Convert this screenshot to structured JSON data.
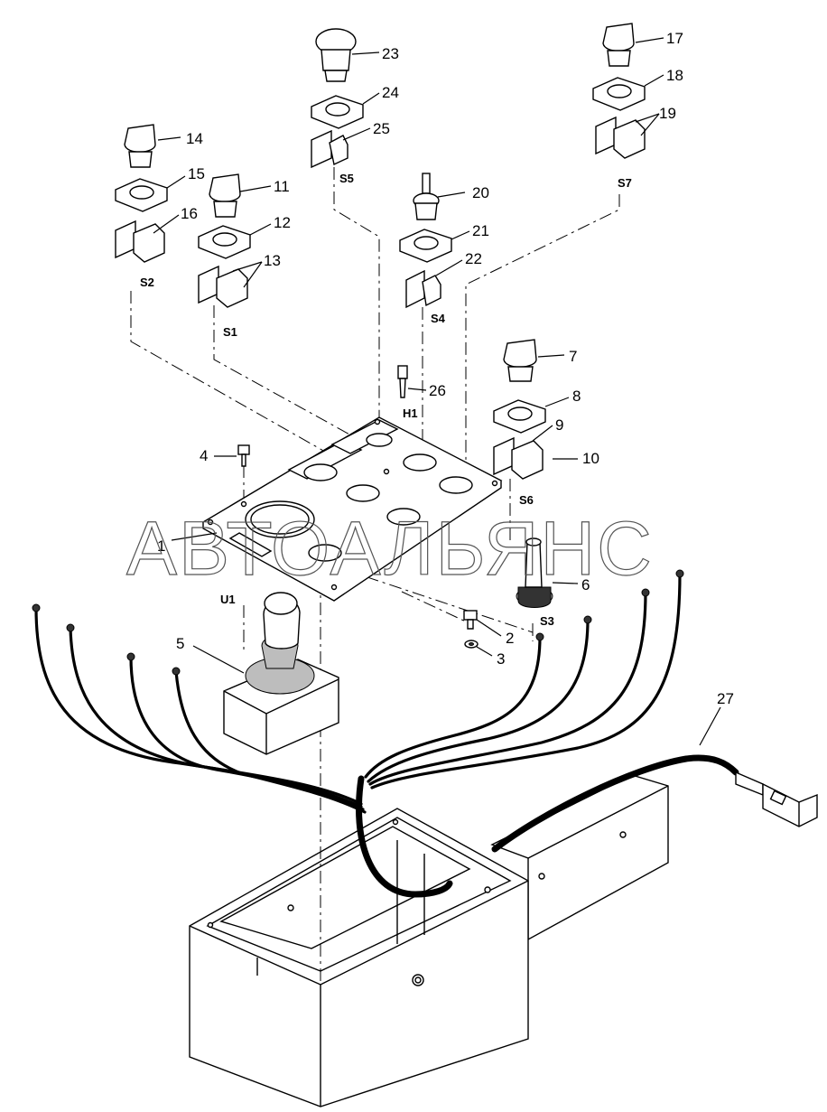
{
  "watermark": "АВТОАЛЬЯНС",
  "callouts": {
    "c1": "1",
    "c2": "2",
    "c3": "3",
    "c4": "4",
    "c5": "5",
    "c6": "6",
    "c7": "7",
    "c8": "8",
    "c9": "9",
    "c10": "10",
    "c11": "11",
    "c12": "12",
    "c13": "13",
    "c14": "14",
    "c15": "15",
    "c16": "16",
    "c17": "17",
    "c18": "18",
    "c19": "19",
    "c20": "20",
    "c21": "21",
    "c22": "22",
    "c23": "23",
    "c24": "24",
    "c25": "25",
    "c26": "26",
    "c27": "27"
  },
  "designators": {
    "s1": "S1",
    "s2": "S2",
    "s3": "S3",
    "s4": "S4",
    "s5": "S5",
    "s6": "S6",
    "s7": "S7",
    "h1": "H1",
    "u1": "U1"
  }
}
